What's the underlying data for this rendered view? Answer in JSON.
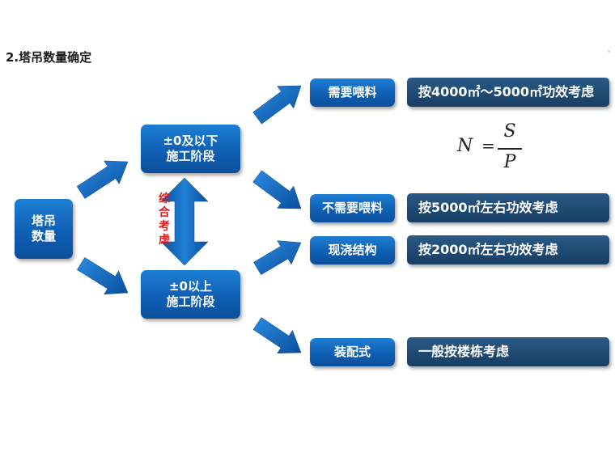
{
  "heading": "2.塔吊数量确定",
  "root": "塔吊\n数量",
  "stages": {
    "below": "±0及以下\n施工阶段",
    "above": "±0以上\n施工阶段"
  },
  "combined": "综合考虑",
  "options": [
    {
      "label": "需要喂料",
      "detail": "按4000㎡～5000㎡功效考虑"
    },
    {
      "label": "不需要喂料",
      "detail": "按5000㎡左右功效考虑"
    },
    {
      "label": "现浇结构",
      "detail": "按2000㎡左右功效考虑"
    },
    {
      "label": "装配式",
      "detail": "一般按楼栋考虑"
    }
  ],
  "formula": {
    "lhs": "N",
    "eq": "=",
    "numerator": "S",
    "denominator": "P"
  },
  "colors": {
    "box_blue": "#1469c4",
    "box_dark": "#1f4a73",
    "accent_red": "#e01b1b",
    "arrow": "#1162be"
  }
}
